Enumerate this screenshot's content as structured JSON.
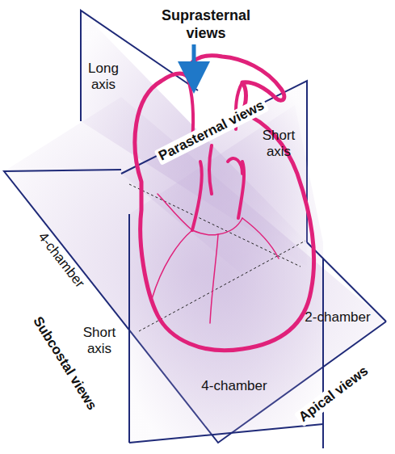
{
  "diagram": {
    "labels": [
      "Suprasternal views",
      "Long axis",
      "Parasternal views",
      "Short axis",
      "4-chamber",
      "Subcostal views",
      "Short axis",
      "2-chamber",
      "4-chamber",
      "Apical views"
    ]
  }
}
